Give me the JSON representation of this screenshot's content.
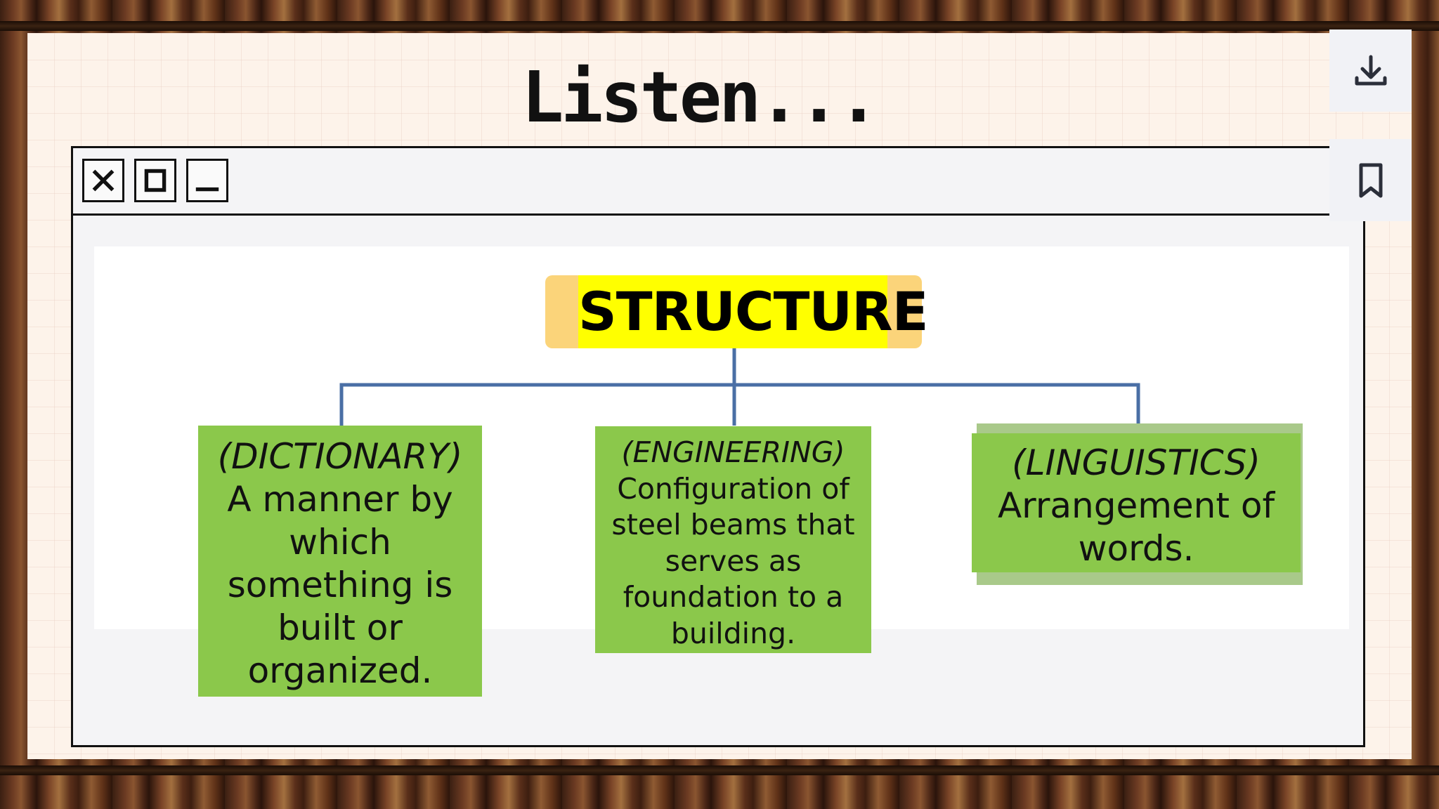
{
  "slide": {
    "title": "Listen..."
  },
  "window_controls": {
    "close_icon": "close-icon",
    "maximize_icon": "maximize-icon",
    "minimize_icon": "minimize-icon"
  },
  "side_toolbar": {
    "download_icon": "download-icon",
    "bookmark_icon": "bookmark-icon"
  },
  "diagram": {
    "root": "STRUCTURE",
    "nodes": [
      {
        "tag": "(DICTIONARY)",
        "text": "A manner by which something is built or organized."
      },
      {
        "tag": "(ENGINEERING)",
        "text": "Configuration of steel beams that serves as foundation to a building."
      },
      {
        "tag": "(LINGUISTICS)",
        "text": "Arrangement of words."
      }
    ],
    "colors": {
      "root_highlight": "#ffff00",
      "root_box": "#fbd47a",
      "node_box": "#8bc84b",
      "connector": "#4a6fa5"
    }
  }
}
